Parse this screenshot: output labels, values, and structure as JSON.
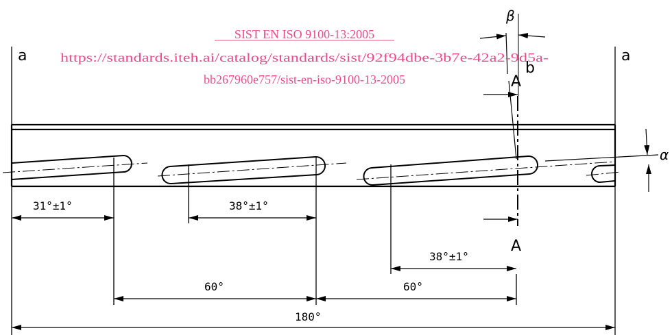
{
  "labels": {
    "a_left": "a",
    "a_right": "a",
    "b": "b",
    "section_top": "A",
    "section_bottom": "A",
    "beta": "β",
    "alpha": "α"
  },
  "dimensions": {
    "d1": "31°±1°",
    "d2": "38°±1°",
    "d3": "38°±1°",
    "d4": "60°",
    "d5": "60°",
    "d6": "180°"
  },
  "watermark": {
    "line1": "SIST EN ISO 9100-13:2005",
    "line2": "https://standards.iteh.ai/catalog/standards/sist/92f94dbe-3b7e-42a2-9d5a-",
    "line3": "bb267960e757/sist-en-iso-9100-13-2005"
  }
}
